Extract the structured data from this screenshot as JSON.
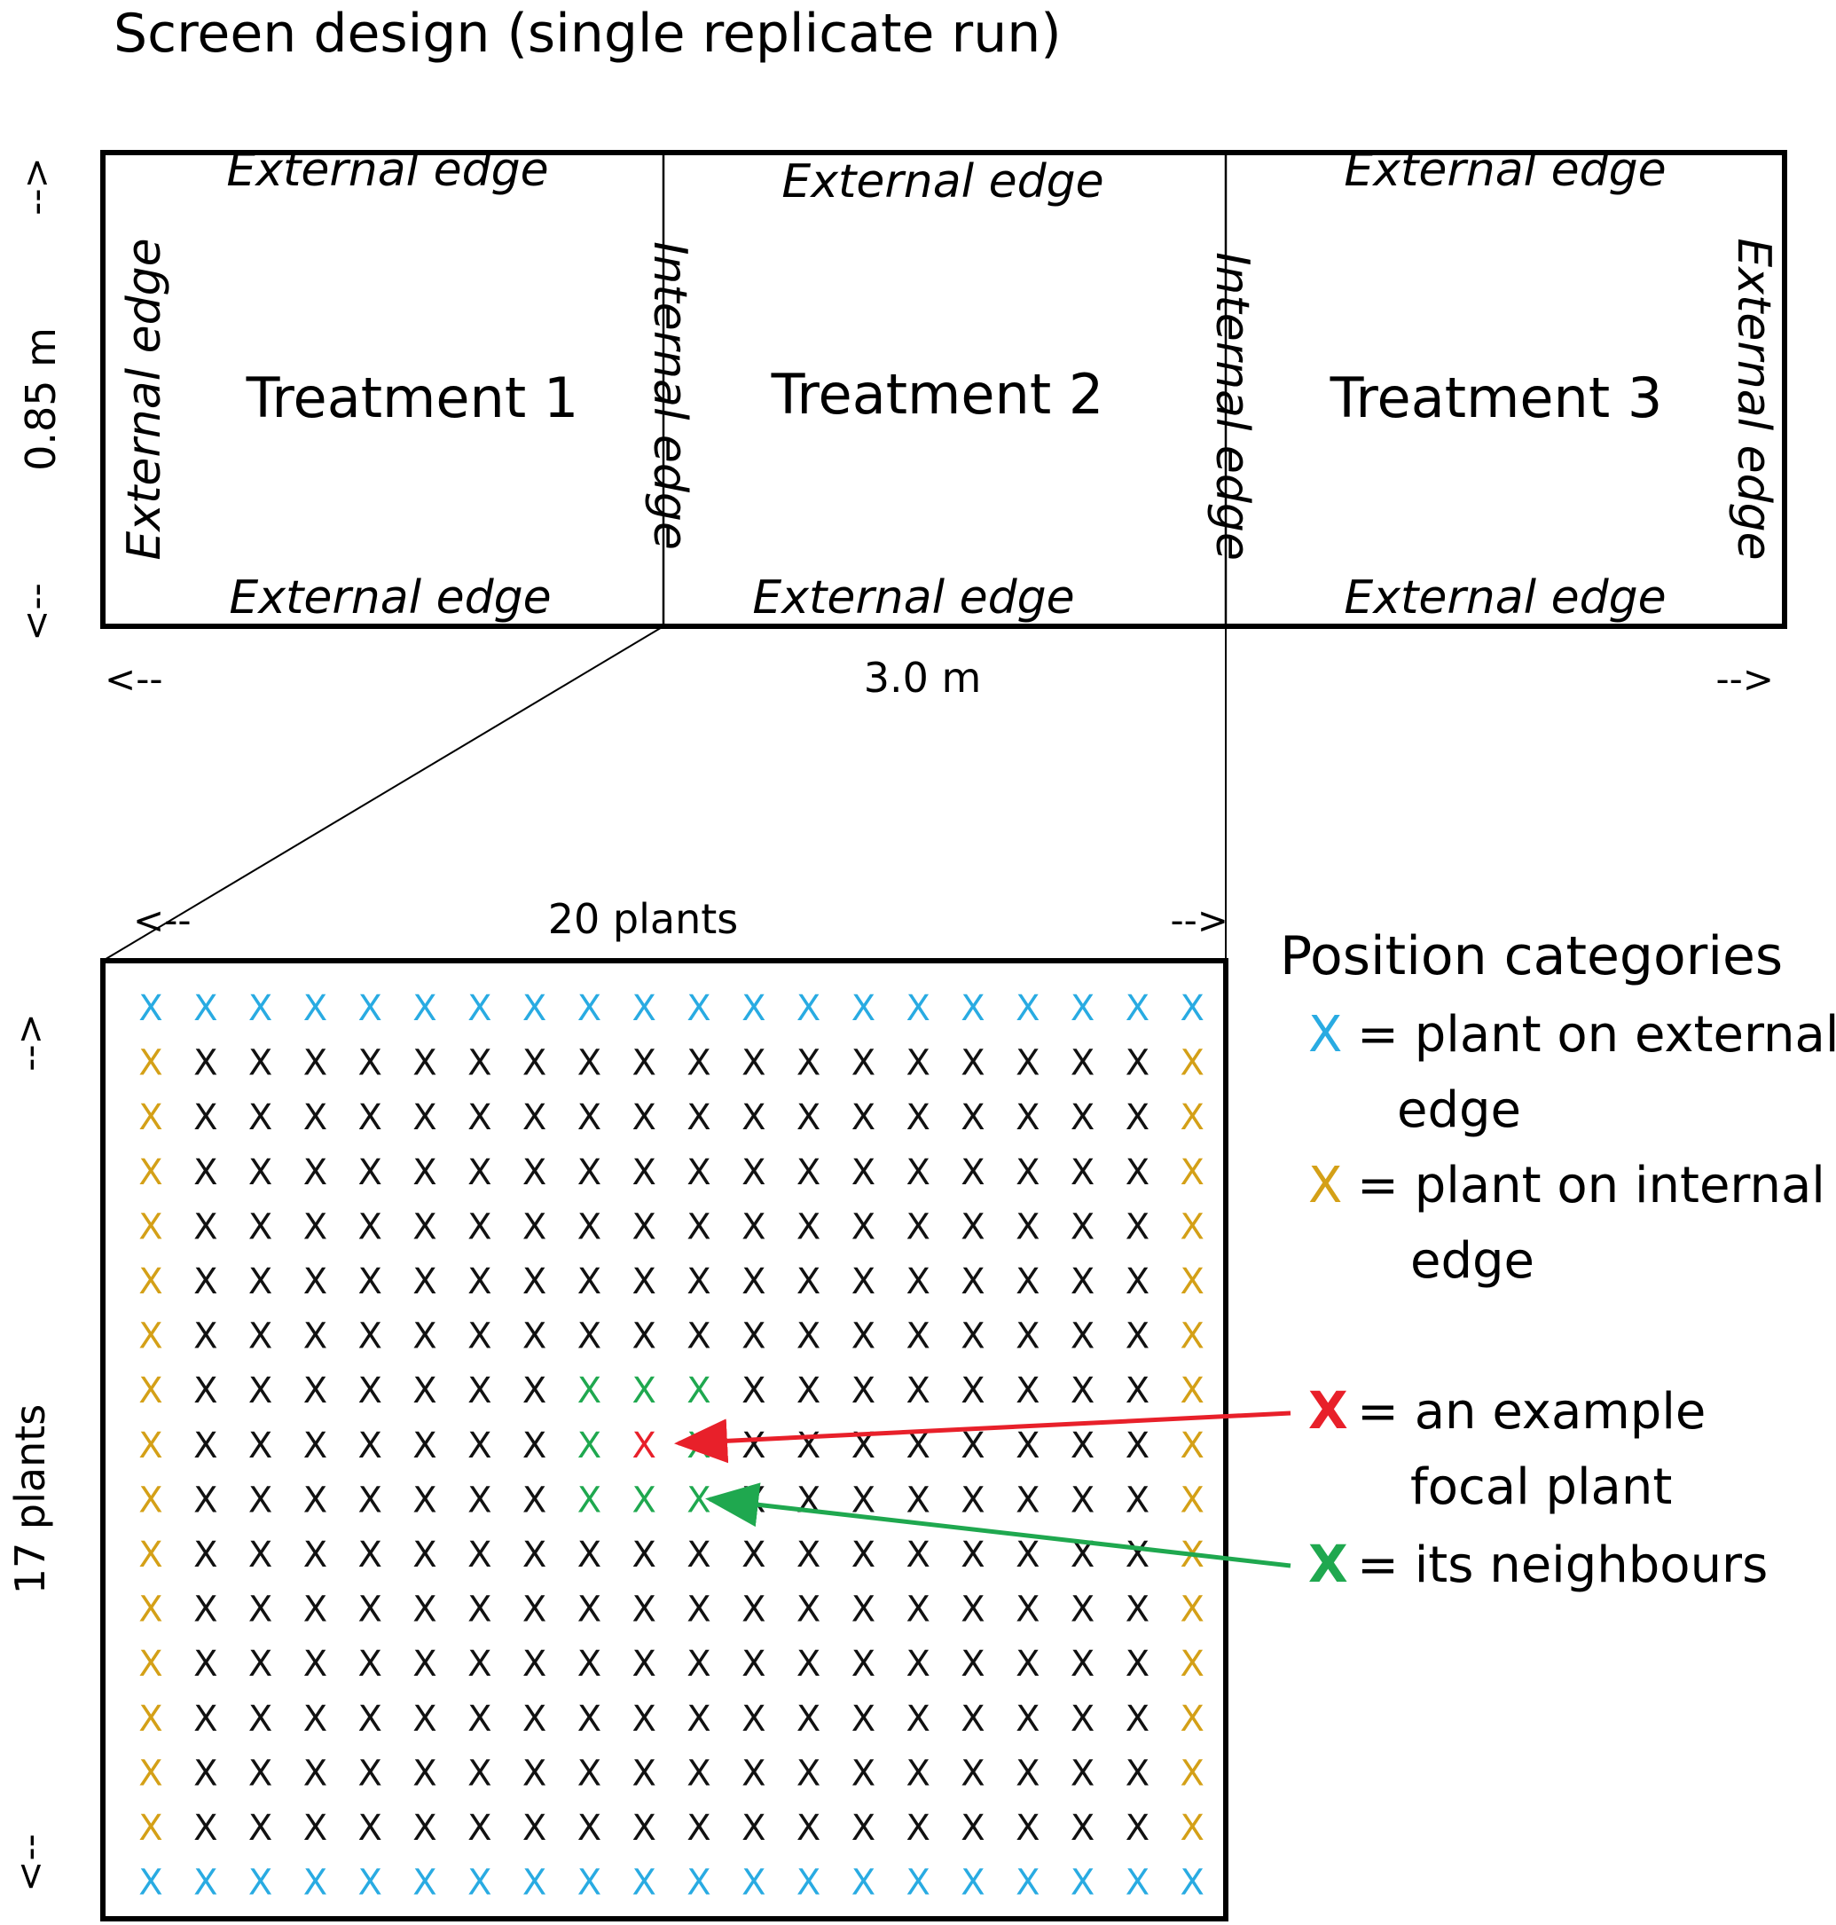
{
  "title": "Screen design (single replicate run)",
  "top_panel": {
    "treatments": [
      "Treatment 1",
      "Treatment 2",
      "Treatment 3"
    ],
    "external_edge_label": "External edge",
    "internal_edge_label": "Internal edge",
    "height_label": "0.85 m",
    "width_label": "3.0 m",
    "arrow_start": "<--",
    "arrow_end": "-->"
  },
  "grid_panel": {
    "columns": 20,
    "rows": 17,
    "columns_label": "20 plants",
    "rows_label": "17 plants",
    "marker": "X",
    "focal": {
      "row": 9,
      "col": 10
    }
  },
  "legend": {
    "title": "Position categories",
    "items": [
      {
        "key": "external",
        "marker": "X",
        "color": "#29abe2",
        "line1": "= plant on external",
        "line2": "edge"
      },
      {
        "key": "internal",
        "marker": "X",
        "color": "#d4a017",
        "line1": "= plant on internal",
        "line2": "edge"
      },
      {
        "key": "focal",
        "marker": "X",
        "color": "#e8202a",
        "line1": "= an example",
        "line2": "focal plant"
      },
      {
        "key": "neighbour",
        "marker": "X",
        "color": "#1fa84f",
        "line1": "= its neighbours",
        "line2": ""
      }
    ]
  },
  "colors": {
    "external": "#29abe2",
    "internal": "#d4a017",
    "focal": "#e8202a",
    "neighbour": "#1fa84f",
    "interior": "#111111",
    "frame": "#000000"
  }
}
